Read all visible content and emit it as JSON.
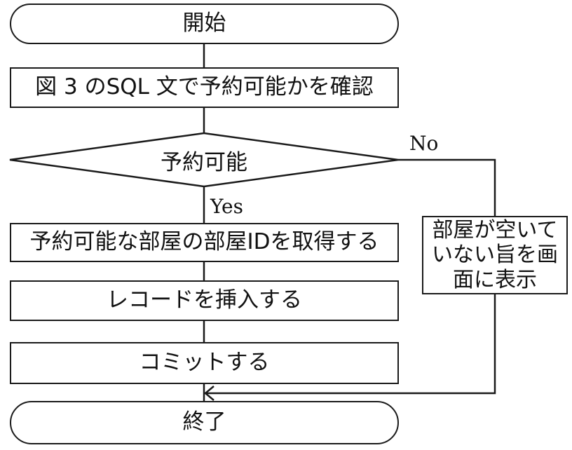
{
  "flowchart": {
    "start": "開始",
    "step1": "図 3 のSQL 文で予約可能かを確認",
    "decision": "予約可能",
    "yes_label": "Yes",
    "no_label": "No",
    "step2": "予約可能な部屋の部屋IDを取得する",
    "step3": "レコードを挿入する",
    "step4": "コミットする",
    "no_branch": "部屋が空いていない旨を画面に表示",
    "end": "終了"
  }
}
